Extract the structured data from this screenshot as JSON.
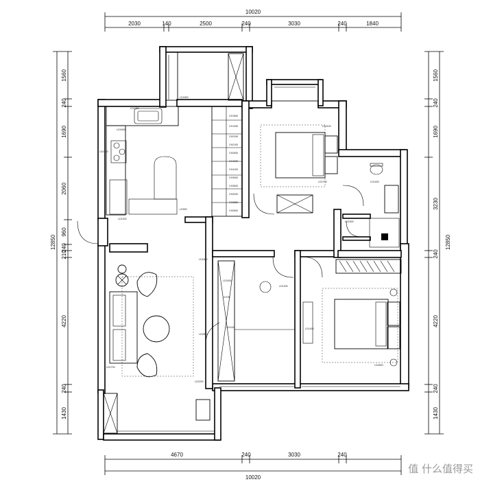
{
  "dimensions": {
    "top_total": "10020",
    "top_segments": [
      "2030",
      "140",
      "2500",
      "240",
      "3030",
      "240",
      "1840"
    ],
    "bottom_total": "10020",
    "bottom_segments": [
      "4670",
      "240",
      "3030",
      "240"
    ],
    "left_total": "12850",
    "left_segments": [
      "1560",
      "240",
      "1690",
      "2060",
      "960",
      "240",
      "210",
      "4220",
      "240",
      "1430"
    ],
    "right_total": "12850",
    "right_segments": [
      "1560",
      "240",
      "1690",
      "3230",
      "240",
      "4220",
      "240",
      "1430"
    ]
  },
  "stair_labels": [
    "CH1500",
    "CH1350",
    "CH2340",
    "CH2100",
    "CH2600",
    "CH4200",
    "CH4100",
    "CH3900",
    "CH3500",
    "CH3200",
    "CH2880",
    "CH2600"
  ],
  "fixture_labels": [
    "LD1350",
    "LD1800",
    "LD1600",
    "LD1500",
    "LD1200",
    "LD900",
    "LD2100",
    "LD1700",
    "LD1400",
    "LD2300",
    "LD1800",
    "LD2400",
    "LD700",
    "LD1000",
    "LD2500",
    "LD1300",
    "LD1400",
    "LD2600",
    "LD1700",
    "LD2200"
  ],
  "watermark": "值 什么值得买"
}
